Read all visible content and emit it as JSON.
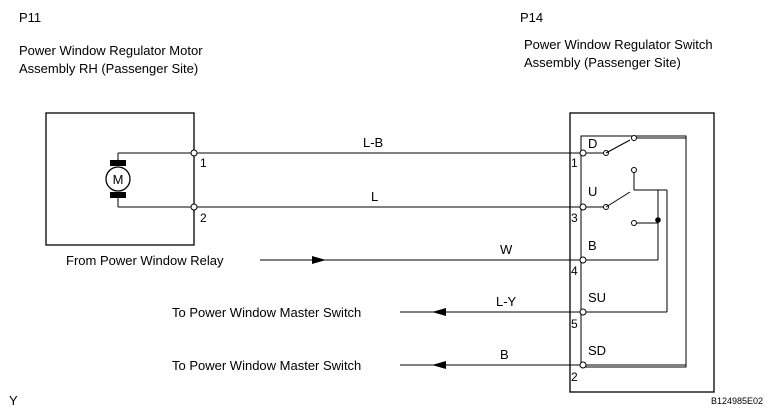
{
  "connectors": {
    "left": {
      "code": "P11",
      "name_line1": "Power Window Regulator Motor",
      "name_line2": "Assembly RH (Passenger Site)",
      "motor_symbol": "M",
      "pins": [
        "1",
        "2"
      ]
    },
    "right": {
      "code": "P14",
      "name_line1": "Power Window Regulator Switch",
      "name_line2": "Assembly (Passenger Site)",
      "terminals": [
        "D",
        "U",
        "B",
        "SU",
        "SD"
      ],
      "pins": [
        "1",
        "3",
        "4",
        "5",
        "2"
      ]
    }
  },
  "wires": [
    {
      "color": "L-B"
    },
    {
      "color": "L"
    },
    {
      "color": "W"
    },
    {
      "color": "L-Y"
    },
    {
      "color": "B"
    }
  ],
  "external_labels": {
    "relay": "From Power Window Relay",
    "master_1": "To Power Window Master Switch",
    "master_2": "To Power Window Master Switch"
  },
  "footer": {
    "left": "Y",
    "right": "B124985E02"
  }
}
